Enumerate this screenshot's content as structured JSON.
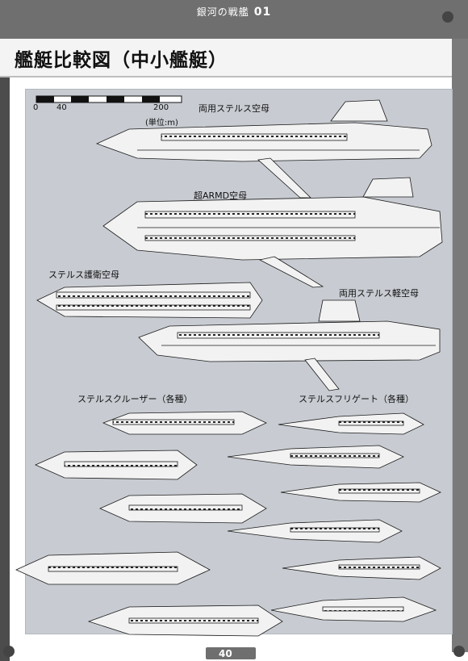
{
  "header": {
    "series_title": "銀河の戦艦",
    "series_number": "01"
  },
  "page": {
    "title": "艦艇比較図（中小艦艇）",
    "page_number": "40"
  },
  "scale_bar": {
    "ticks": [
      "0",
      "40",
      "200"
    ],
    "unit_label": "(単位:m)"
  },
  "ship_labels": {
    "amphibious_stealth_carrier": "両用ステルス空母",
    "super_armd_carrier": "超ARMD空母",
    "stealth_escort_carrier": "ステルス護衛空母",
    "amphibious_stealth_light_carrier": "両用ステルス軽空母",
    "stealth_cruisers": "ステルスクルーザー（各種）",
    "stealth_frigates": "ステルスフリゲート（各種）"
  },
  "colors": {
    "panel_bg": "#c8ccd2",
    "frame": "#6f6f6f",
    "ship_fill": "#f2f2f2",
    "ship_line": "#1a1a1a"
  }
}
